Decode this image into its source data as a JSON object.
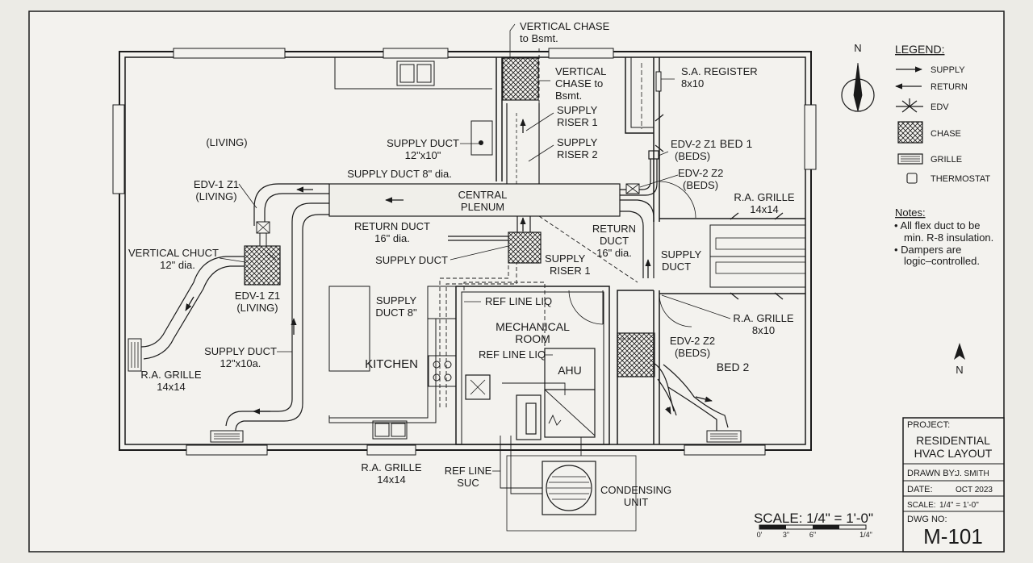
{
  "rooms": {
    "living": "(LIVING)",
    "kitchen": "KITCHEN",
    "mechanical": [
      "MECHANICAL",
      "ROOM"
    ],
    "bed1": "BED 1",
    "bed2": "BED 2"
  },
  "labels": {
    "vertical_chase_top": [
      "VERTICAL CHASE",
      "to Bsmt."
    ],
    "vertical_chase_side": [
      "VERTICAL",
      "CHASE to",
      "Bsmt."
    ],
    "supply_riser_1_top": [
      "SUPPLY",
      "RISER 1"
    ],
    "supply_riser_2": [
      "SUPPLY",
      "RISER 2"
    ],
    "sa_register": [
      "S.A. REGISTER",
      "8x10"
    ],
    "supply_duct_12x10": [
      "SUPPLY DUCT",
      "12\"x10\""
    ],
    "supply_duct_8dia": "SUPPLY DUCT 8\" dia.",
    "central_plenum": [
      "CENTRAL",
      "PLENUM"
    ],
    "edv1_z1_top": [
      "EDV-1 Z1",
      "(LIVING)"
    ],
    "edv2_z1": [
      "EDV-2 Z1",
      "(BEDS)"
    ],
    "edv2_z2_top": [
      "EDV-2 Z2",
      "(BEDS)"
    ],
    "ra_grille_bed1": [
      "R.A. GRILLE",
      "14x14"
    ],
    "return_duct_16_left": [
      "RETURN DUCT",
      "16\" dia."
    ],
    "return_duct_16_right": [
      "RETURN",
      "DUCT",
      "16\" dia."
    ],
    "supply_duct_vert": [
      "SUPPLY",
      "DUCT"
    ],
    "vertical_chuct": [
      "VERTICAL CHUCT",
      "12\" dia."
    ],
    "supply_duct_mid": "SUPPLY DUCT",
    "supply_riser_1_mid": [
      "SUPPLY",
      "RISER 1"
    ],
    "edv1_z1_bottom": [
      "EDV-1 Z1",
      "(LIVING)"
    ],
    "supply_duct_8": [
      "SUPPLY",
      "DUCT 8\""
    ],
    "ref_line_liq_1": "REF LINE LIQ",
    "ref_line_liq_2": "REF LINE LIQ",
    "ra_grille_bed2": [
      "R.A. GRILLE",
      "8x10"
    ],
    "edv2_z2_bottom": [
      "EDV-2 Z2",
      "(BEDS)"
    ],
    "supply_duct_12x10a": [
      "SUPPLY DUCT",
      "12\"x10a."
    ],
    "ra_grille_living": [
      "R.A. GRILLE",
      "14x14"
    ],
    "ahu": "AHU",
    "ra_grille_bottom": [
      "R.A. GRILLE",
      "14x14"
    ],
    "ref_line_suc": [
      "REF LINE",
      "SUC"
    ],
    "condensing_unit": [
      "CONDENSING",
      "UNIT"
    ],
    "north": "N"
  },
  "legend": {
    "title": "LEGEND:",
    "items": [
      "SUPPLY",
      "RETURN",
      "EDV",
      "CHASE",
      "GRILLE",
      "THERMOSTAT"
    ]
  },
  "notes": {
    "title": "Notes:",
    "lines": [
      "• All flex duct to be",
      "  min. R-8 insulation.",
      "• Dampers are",
      "  logic–controlled."
    ]
  },
  "scale": {
    "label": "SCALE: 1/4\" = 1'-0\"",
    "ticks": [
      "0'",
      "3\"",
      "6\"",
      "1/4\""
    ]
  },
  "title_block": {
    "project_label": "PROJECT:",
    "project_name": [
      "RESIDENTIAL",
      "HVAC LAYOUT"
    ],
    "drawn_by_label": "DRAWN BY:",
    "drawn_by": "J. SMITH",
    "date_label": "DATE:",
    "date": "OCT 2023",
    "scale_label": "SCALE:",
    "scale": "1/4\" = 1'-0\"",
    "dwg_label": "DWG NO:",
    "dwg_no": "M-101"
  }
}
